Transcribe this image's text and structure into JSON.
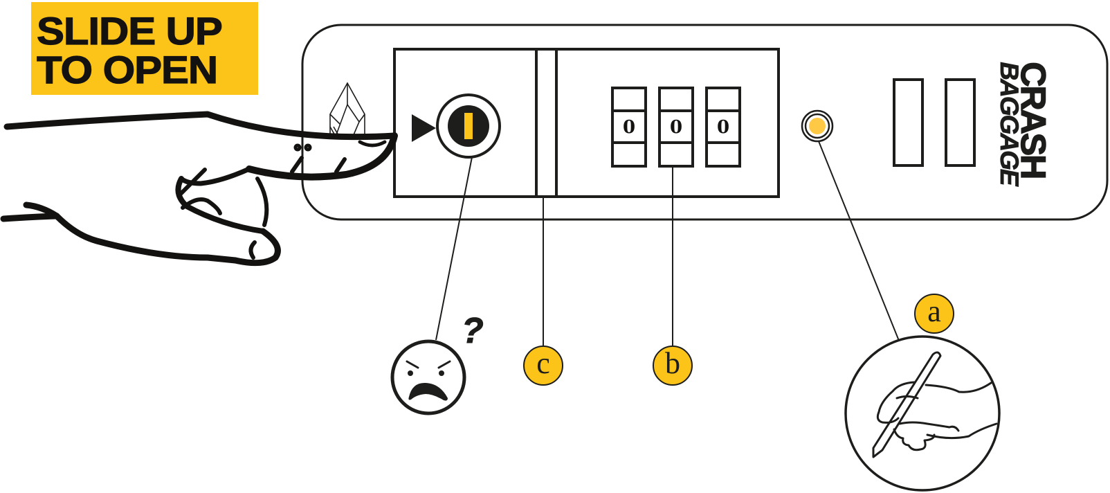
{
  "instruction_label": {
    "line1": "SLIDE UP",
    "line2": "TO OPEN",
    "background_color": "#FCC419"
  },
  "brand": {
    "line1": "CRASH",
    "line2": "BAGGAGE"
  },
  "combination_lock": {
    "digits": [
      "0",
      "0",
      "0"
    ]
  },
  "slider_knob": {
    "indicator_color": "#FCC419"
  },
  "status_led": {
    "color": "#FFC845"
  },
  "callouts": [
    {
      "id": "a",
      "letter": "a",
      "depicts": "hand-writing-with-pen"
    },
    {
      "id": "b",
      "letter": "b",
      "points_to": "combination-dials"
    },
    {
      "id": "c",
      "letter": "c",
      "points_to": "release-slot"
    }
  ],
  "frustrated_face": {
    "mark": "?"
  },
  "colors": {
    "accent": "#FCC419",
    "ink": "#1d1d1b"
  }
}
